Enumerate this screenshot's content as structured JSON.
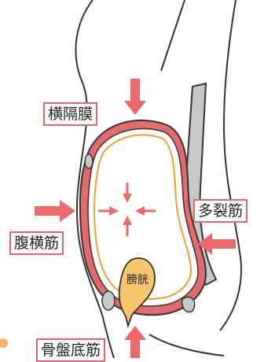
{
  "labels": {
    "diaphragm": "横隔膜",
    "transversus_abdominis": "腹横筋",
    "multifidus": "多裂筋",
    "pelvic_floor": "骨盤底筋",
    "bladder": "膀胱"
  },
  "colors": {
    "outline": "#333333",
    "muscle_red": "#e36b6b",
    "muscle_gray": "#c8c8c8",
    "pressure_orange": "#f0a030",
    "cavity": "#ffffff",
    "bladder_fill": "#f7c66c",
    "arrow": "#ec6a6a",
    "label_border": "#e0676a"
  },
  "icons": {
    "pressure_arrows": "four-red-arrows-pointing-inward-icon",
    "external_arrows": "red-arrow-icon"
  }
}
